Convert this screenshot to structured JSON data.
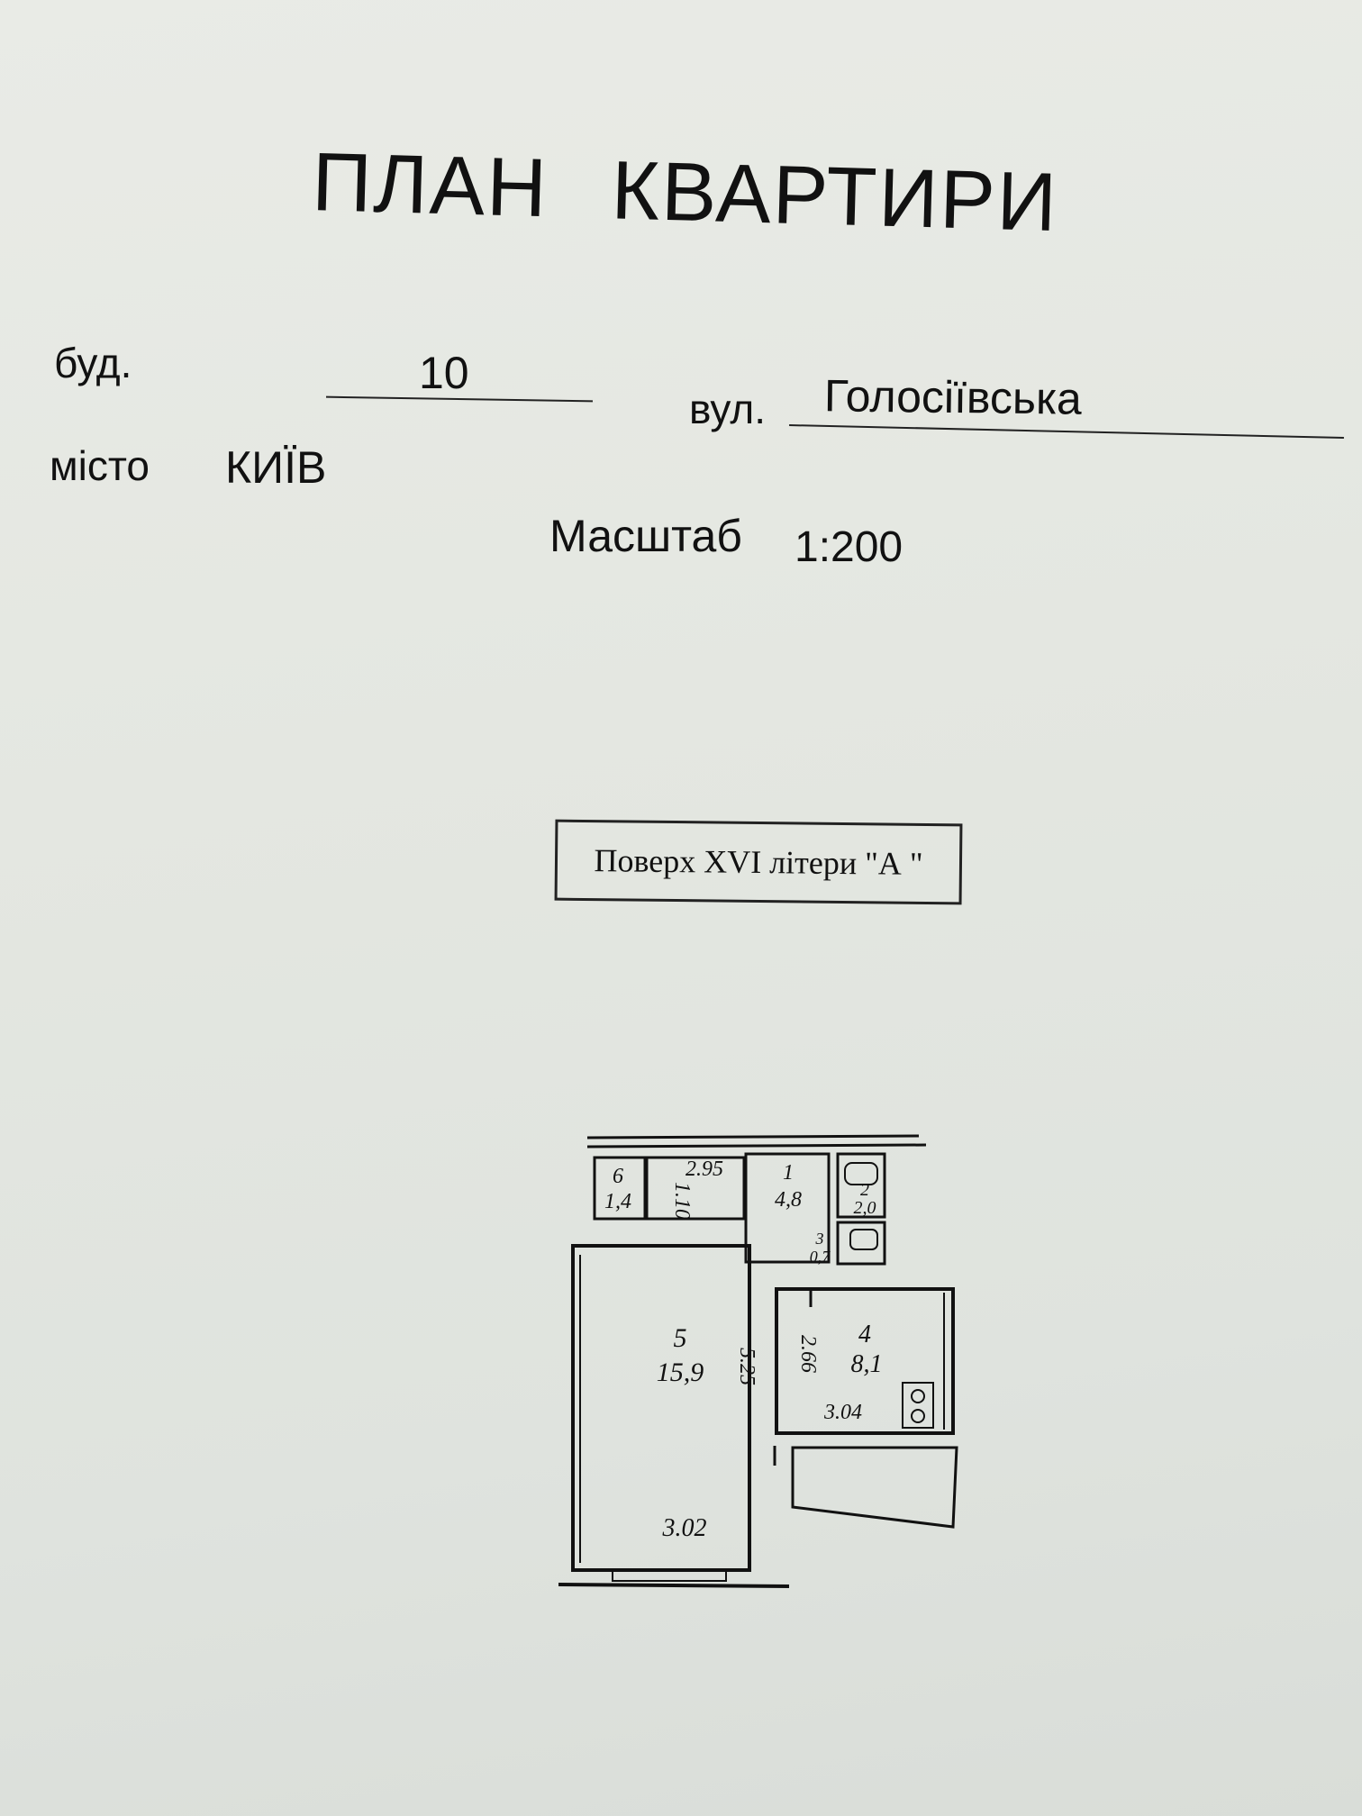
{
  "header": {
    "title_word1": "ПЛАН",
    "title_word2": "КВАРТИРИ"
  },
  "address": {
    "building_label": "буд.",
    "building_value": "10",
    "street_label": "вул.",
    "street_value": "Голосіївська",
    "city_label": "місто",
    "city_value": "КИЇВ"
  },
  "scale": {
    "label": "Масштаб",
    "value": "1:200"
  },
  "floor_box": {
    "text": "Поверх XVI літери \"А \""
  },
  "plan": {
    "rooms": [
      {
        "number": "6",
        "area": "1,4"
      },
      {
        "number": "1",
        "area": "4,8"
      },
      {
        "number": "2",
        "area": "2,0"
      },
      {
        "number": "3",
        "area": "0,7"
      },
      {
        "number": "5",
        "area": "15,9"
      },
      {
        "number": "4",
        "area": "8,1"
      }
    ],
    "dimensions": {
      "corridor_width": "2.95",
      "hall_width": "1.10",
      "room5_depth": "5.25",
      "kitchen_depth": "2.66",
      "kitchen_width": "3.04",
      "room5_width": "3.02"
    }
  }
}
